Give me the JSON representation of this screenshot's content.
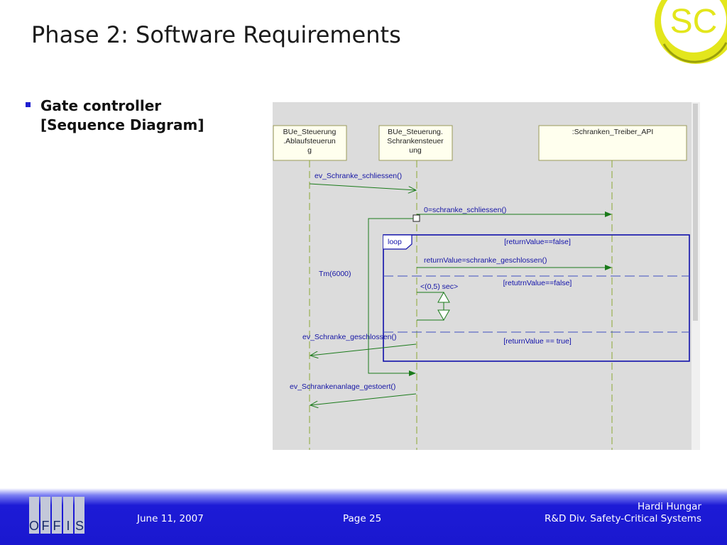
{
  "slide": {
    "title": "Phase 2: Software Requirements",
    "bullet_line1": "Gate controller",
    "bullet_line2": "[Sequence Diagram]"
  },
  "logo": {
    "text": "SC",
    "color_yellow": "#e8ea1e"
  },
  "diagram": {
    "lifelines": [
      {
        "line1": "BUe_Steuerung",
        "line2": ".Ablaufsteuerun",
        "line3": "g"
      },
      {
        "line1": "BUe_Steuerung.",
        "line2": "Schrankensteuer",
        "line3": "ung"
      },
      {
        "line1": ":Schranken_Treiber_API"
      }
    ],
    "messages": {
      "m1": "ev_Schranke_schliessen()",
      "m2": "0=schranke_schliessen()",
      "m3": "returnValue=schranke_geschlossen()",
      "m4": "<(0,5) sec>",
      "m5": "ev_Schranke_geschlossen()",
      "m6": "ev_Schrankenanlage_gestoert()",
      "timer": "Tm(6000)"
    },
    "loop": {
      "label": "loop",
      "guard1": "[returnValue==false]",
      "guard2": "[retutrnValue==false]",
      "guard3": "[returnValue == true]"
    },
    "colors": {
      "frame": "#1010aa",
      "message": "#1a7a1a",
      "lifeline_dash": "#8ca834",
      "canvas": "#dcdcdc"
    }
  },
  "footer": {
    "date": "June 11, 2007",
    "page": "Page 25",
    "author": "Hardi Hungar",
    "division": "R&D Div. Safety-Critical Systems",
    "logo_letters": [
      "O",
      "F",
      "F",
      "I",
      "S"
    ]
  }
}
